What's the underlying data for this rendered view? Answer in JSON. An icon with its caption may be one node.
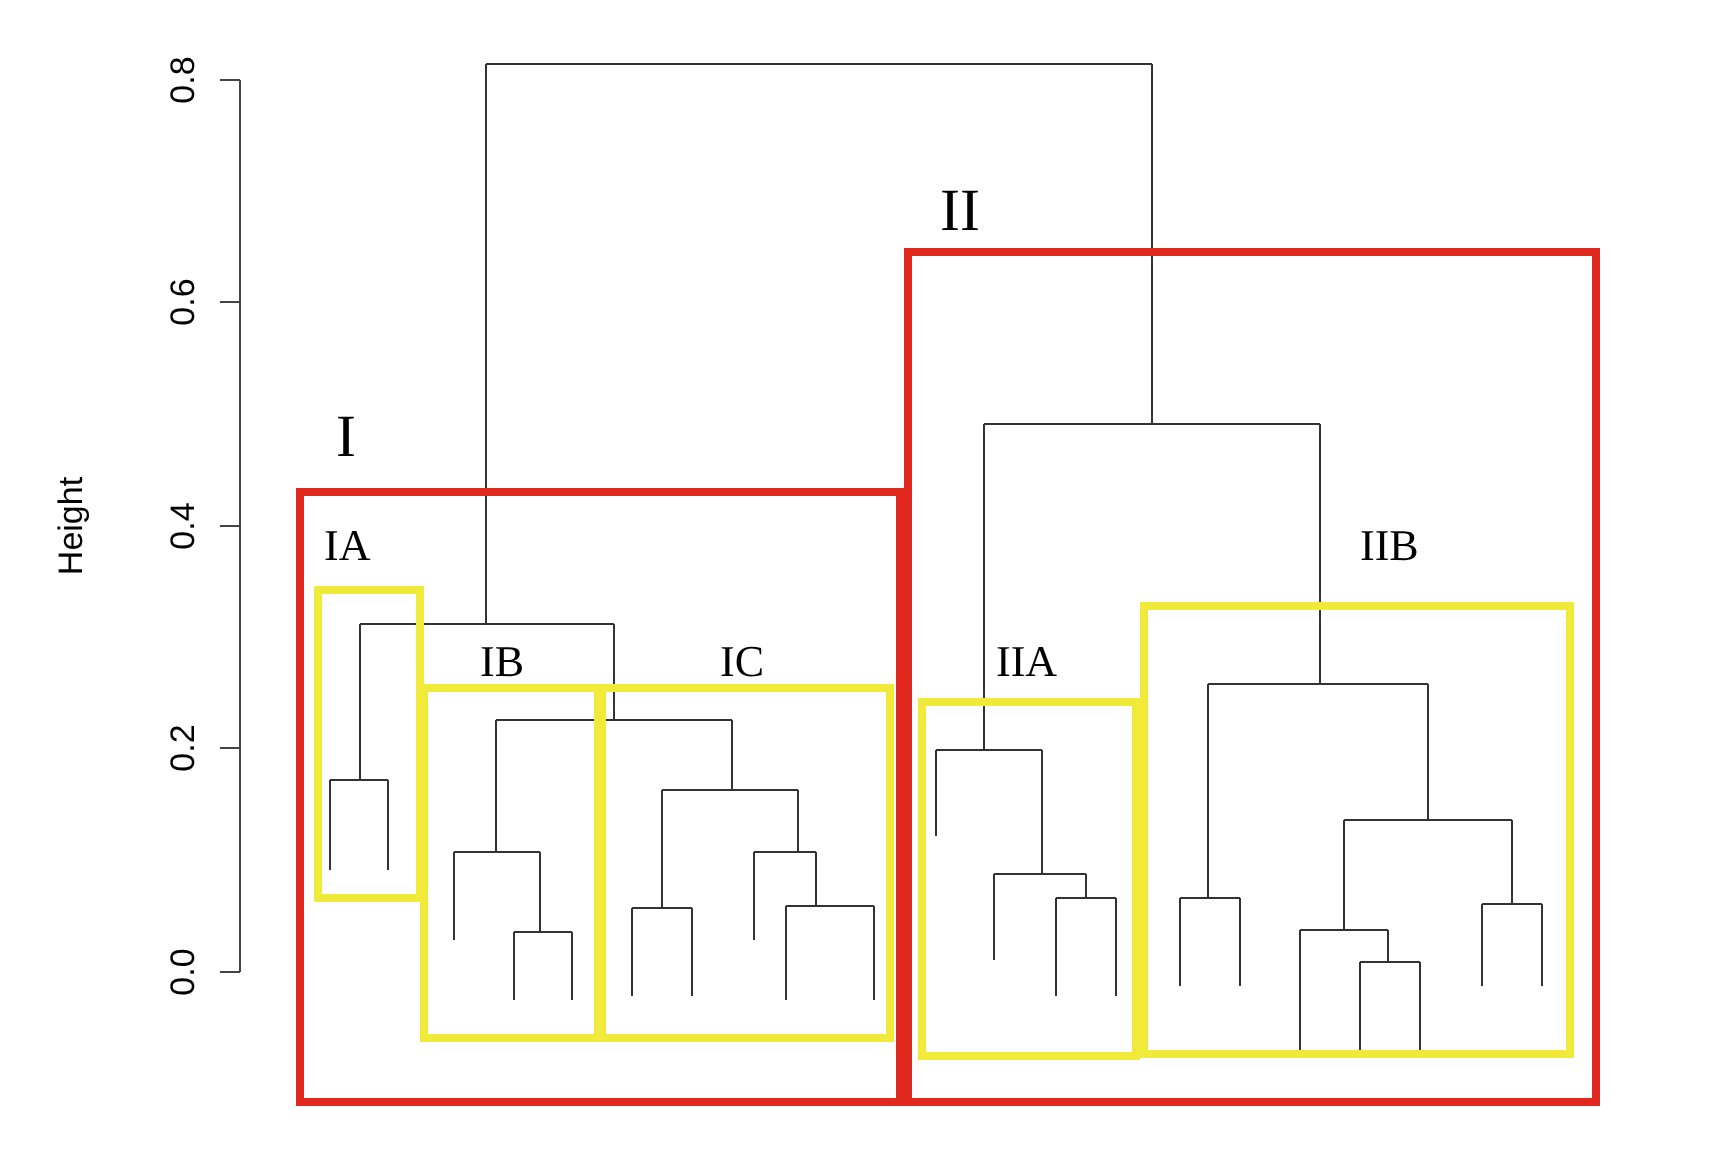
{
  "diagram": {
    "nodes": [
      {
        "text": [
          "I"
        ]
      },
      {
        "text": [
          "IA"
        ],
        "in": 0
      },
      {
        "text": [
          "IB"
        ],
        "in": 0
      },
      {
        "text": [
          "IC"
        ],
        "in": 0
      },
      {
        "text": [
          "II"
        ]
      },
      {
        "text": [
          "IIA"
        ],
        "in": 4
      },
      {
        "text": [
          "IIB"
        ],
        "in": 4
      }
    ],
    "labels": [
      "0.8",
      "0.6",
      "0.4",
      "0.2",
      "0.0",
      "Height"
    ]
  }
}
